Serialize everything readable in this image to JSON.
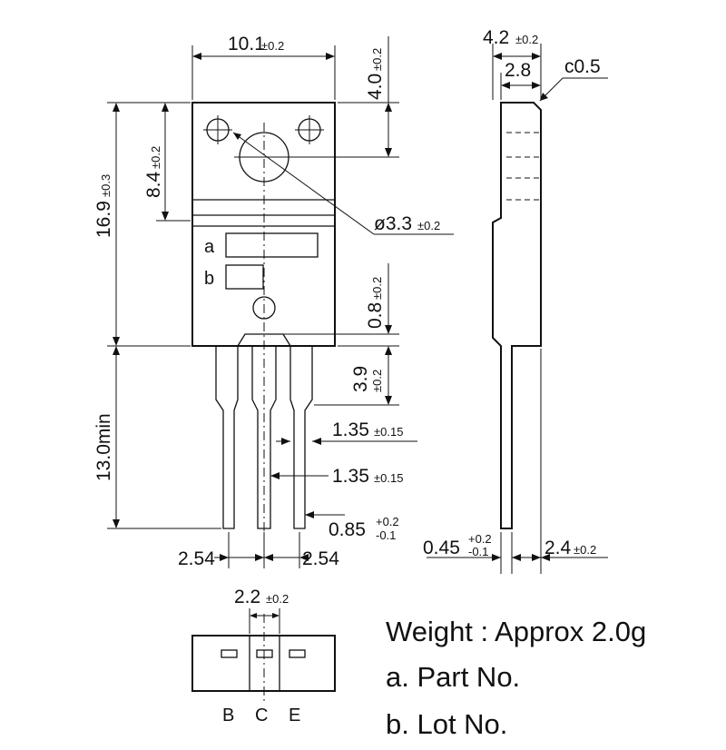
{
  "dimensions": {
    "body_width": {
      "value": "10.1",
      "tol": "±0.2"
    },
    "top_to_hole": {
      "value": "4.0",
      "tol": "±0.2"
    },
    "body_height": {
      "value": "16.9",
      "tol": "±0.3"
    },
    "hole_height": {
      "value": "8.4",
      "tol": "±0.2"
    },
    "hole_diameter": {
      "value": "ø3.3",
      "tol": "±0.2"
    },
    "notch_gap": {
      "value": "0.8",
      "tol": "±0.2"
    },
    "lead_shoulder": {
      "value": "3.9",
      "tol": "±0.2"
    },
    "lead_width_1": {
      "value": "1.35",
      "tol": "±0.15"
    },
    "lead_width_2": {
      "value": "1.35",
      "tol": "±0.15"
    },
    "lead_thickness": {
      "value": "0.85",
      "tol_plus": "+0.2",
      "tol_minus": "-0.1"
    },
    "lead_length": {
      "value": "13.0min"
    },
    "pitch_left": {
      "value": "2.54"
    },
    "pitch_right": {
      "value": "2.54"
    },
    "side_thickness": {
      "value": "4.2",
      "tol": "±0.2"
    },
    "side_step": {
      "value": "2.8"
    },
    "chamfer": {
      "value": "c0.5"
    },
    "side_lead_thickness": {
      "value": "0.45",
      "tol_plus": "+0.2",
      "tol_minus": "-0.1"
    },
    "side_offset": {
      "value": "2.4",
      "tol": "±0.2"
    },
    "bottom_spacing": {
      "value": "2.2",
      "tol": "±0.2"
    }
  },
  "labels": {
    "mark_a": "a",
    "mark_b": "b"
  },
  "pins": [
    "B",
    "C",
    "E"
  ],
  "notes": {
    "weight": "Weight : Approx 2.0g",
    "part_no": "a. Part No.",
    "lot_no": "b. Lot No."
  }
}
